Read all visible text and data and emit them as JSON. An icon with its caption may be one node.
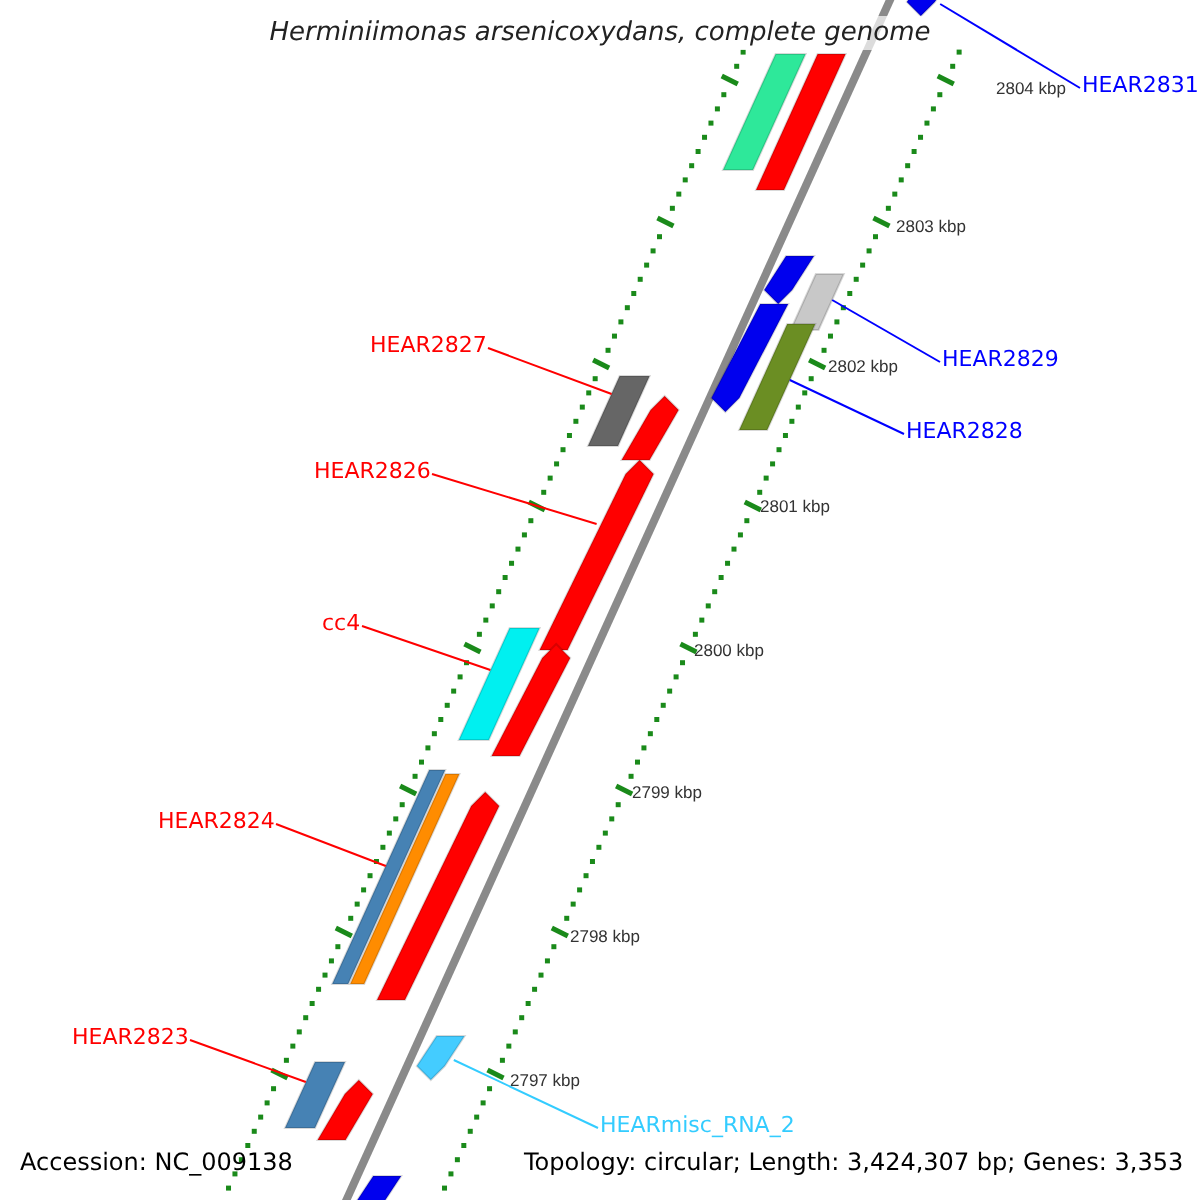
{
  "diagram": {
    "title": "Herminiimonas arsenicoxydans, complete genome",
    "nodes": [
      {
        "text": [
          "HEAR2831"
        ]
      },
      {
        "text": [],
        "shape": "bar"
      },
      {
        "text": [
          "HEAR2827"
        ]
      },
      {
        "text": [],
        "shape": "bar"
      },
      {
        "text": [
          "HEAR2829"
        ]
      },
      {
        "text": [],
        "shape": "bar"
      },
      {
        "text": [
          "HEAR2828"
        ]
      },
      {
        "text": [],
        "shape": "bar"
      },
      {
        "text": [
          "HEAR2826"
        ]
      },
      {
        "text": [],
        "shape": "bar"
      },
      {
        "text": [
          "cc4"
        ]
      },
      {
        "text": [],
        "shape": "bar"
      },
      {
        "text": [
          "HEAR2824"
        ]
      },
      {
        "text": [],
        "shape": "bar"
      },
      {
        "text": [
          "HEAR2823"
        ]
      },
      {
        "text": [],
        "shape": "bar"
      },
      {
        "text": [
          "HEARmisc_RNA_2"
        ]
      },
      {
        "text": [],
        "shape": "bar"
      },
      {
        "text": [],
        "shape": "bar"
      },
      {
        "text": [],
        "shape": "bar"
      },
      {
        "text": [],
        "shape": "bar"
      },
      {
        "text": [],
        "shape": "bar"
      },
      {
        "text": [],
        "shape": "bar"
      },
      {
        "text": [],
        "shape": "bar"
      },
      {
        "text": [],
        "shape": "bar"
      },
      {
        "text": [],
        "shape": "bar"
      },
      {
        "text": [],
        "shape": "bar"
      },
      {
        "text": [],
        "shape": "bar"
      }
    ],
    "edges": [
      {
        "from": 0,
        "to": 1,
        "arrow": "none",
        "color": "#0000ff"
      },
      {
        "from": 2,
        "to": 3,
        "arrow": "none"
      },
      {
        "from": 4,
        "to": 5,
        "arrow": "none",
        "color": "#0000ff"
      },
      {
        "from": 6,
        "to": 7,
        "arrow": "none",
        "color": "#0000ff"
      },
      {
        "from": 8,
        "to": 9,
        "arrow": "none"
      },
      {
        "from": 10,
        "to": 11,
        "arrow": "none"
      },
      {
        "from": 12,
        "to": 13,
        "arrow": "none"
      },
      {
        "from": 14,
        "to": 15,
        "arrow": "none"
      },
      {
        "from": 16,
        "to": 17,
        "arrow": "none",
        "color": "#33ccff"
      }
    ],
    "labels": [
      "2804 kbp",
      "2803 kbp",
      "2802 kbp",
      "2801 kbp",
      "2800 kbp",
      "2799 kbp",
      "2798 kbp",
      "2797 kbp",
      "Accession: NC_009138",
      "Topology: circular; Length: 3,424,307 bp; Genes: 3,353"
    ]
  }
}
